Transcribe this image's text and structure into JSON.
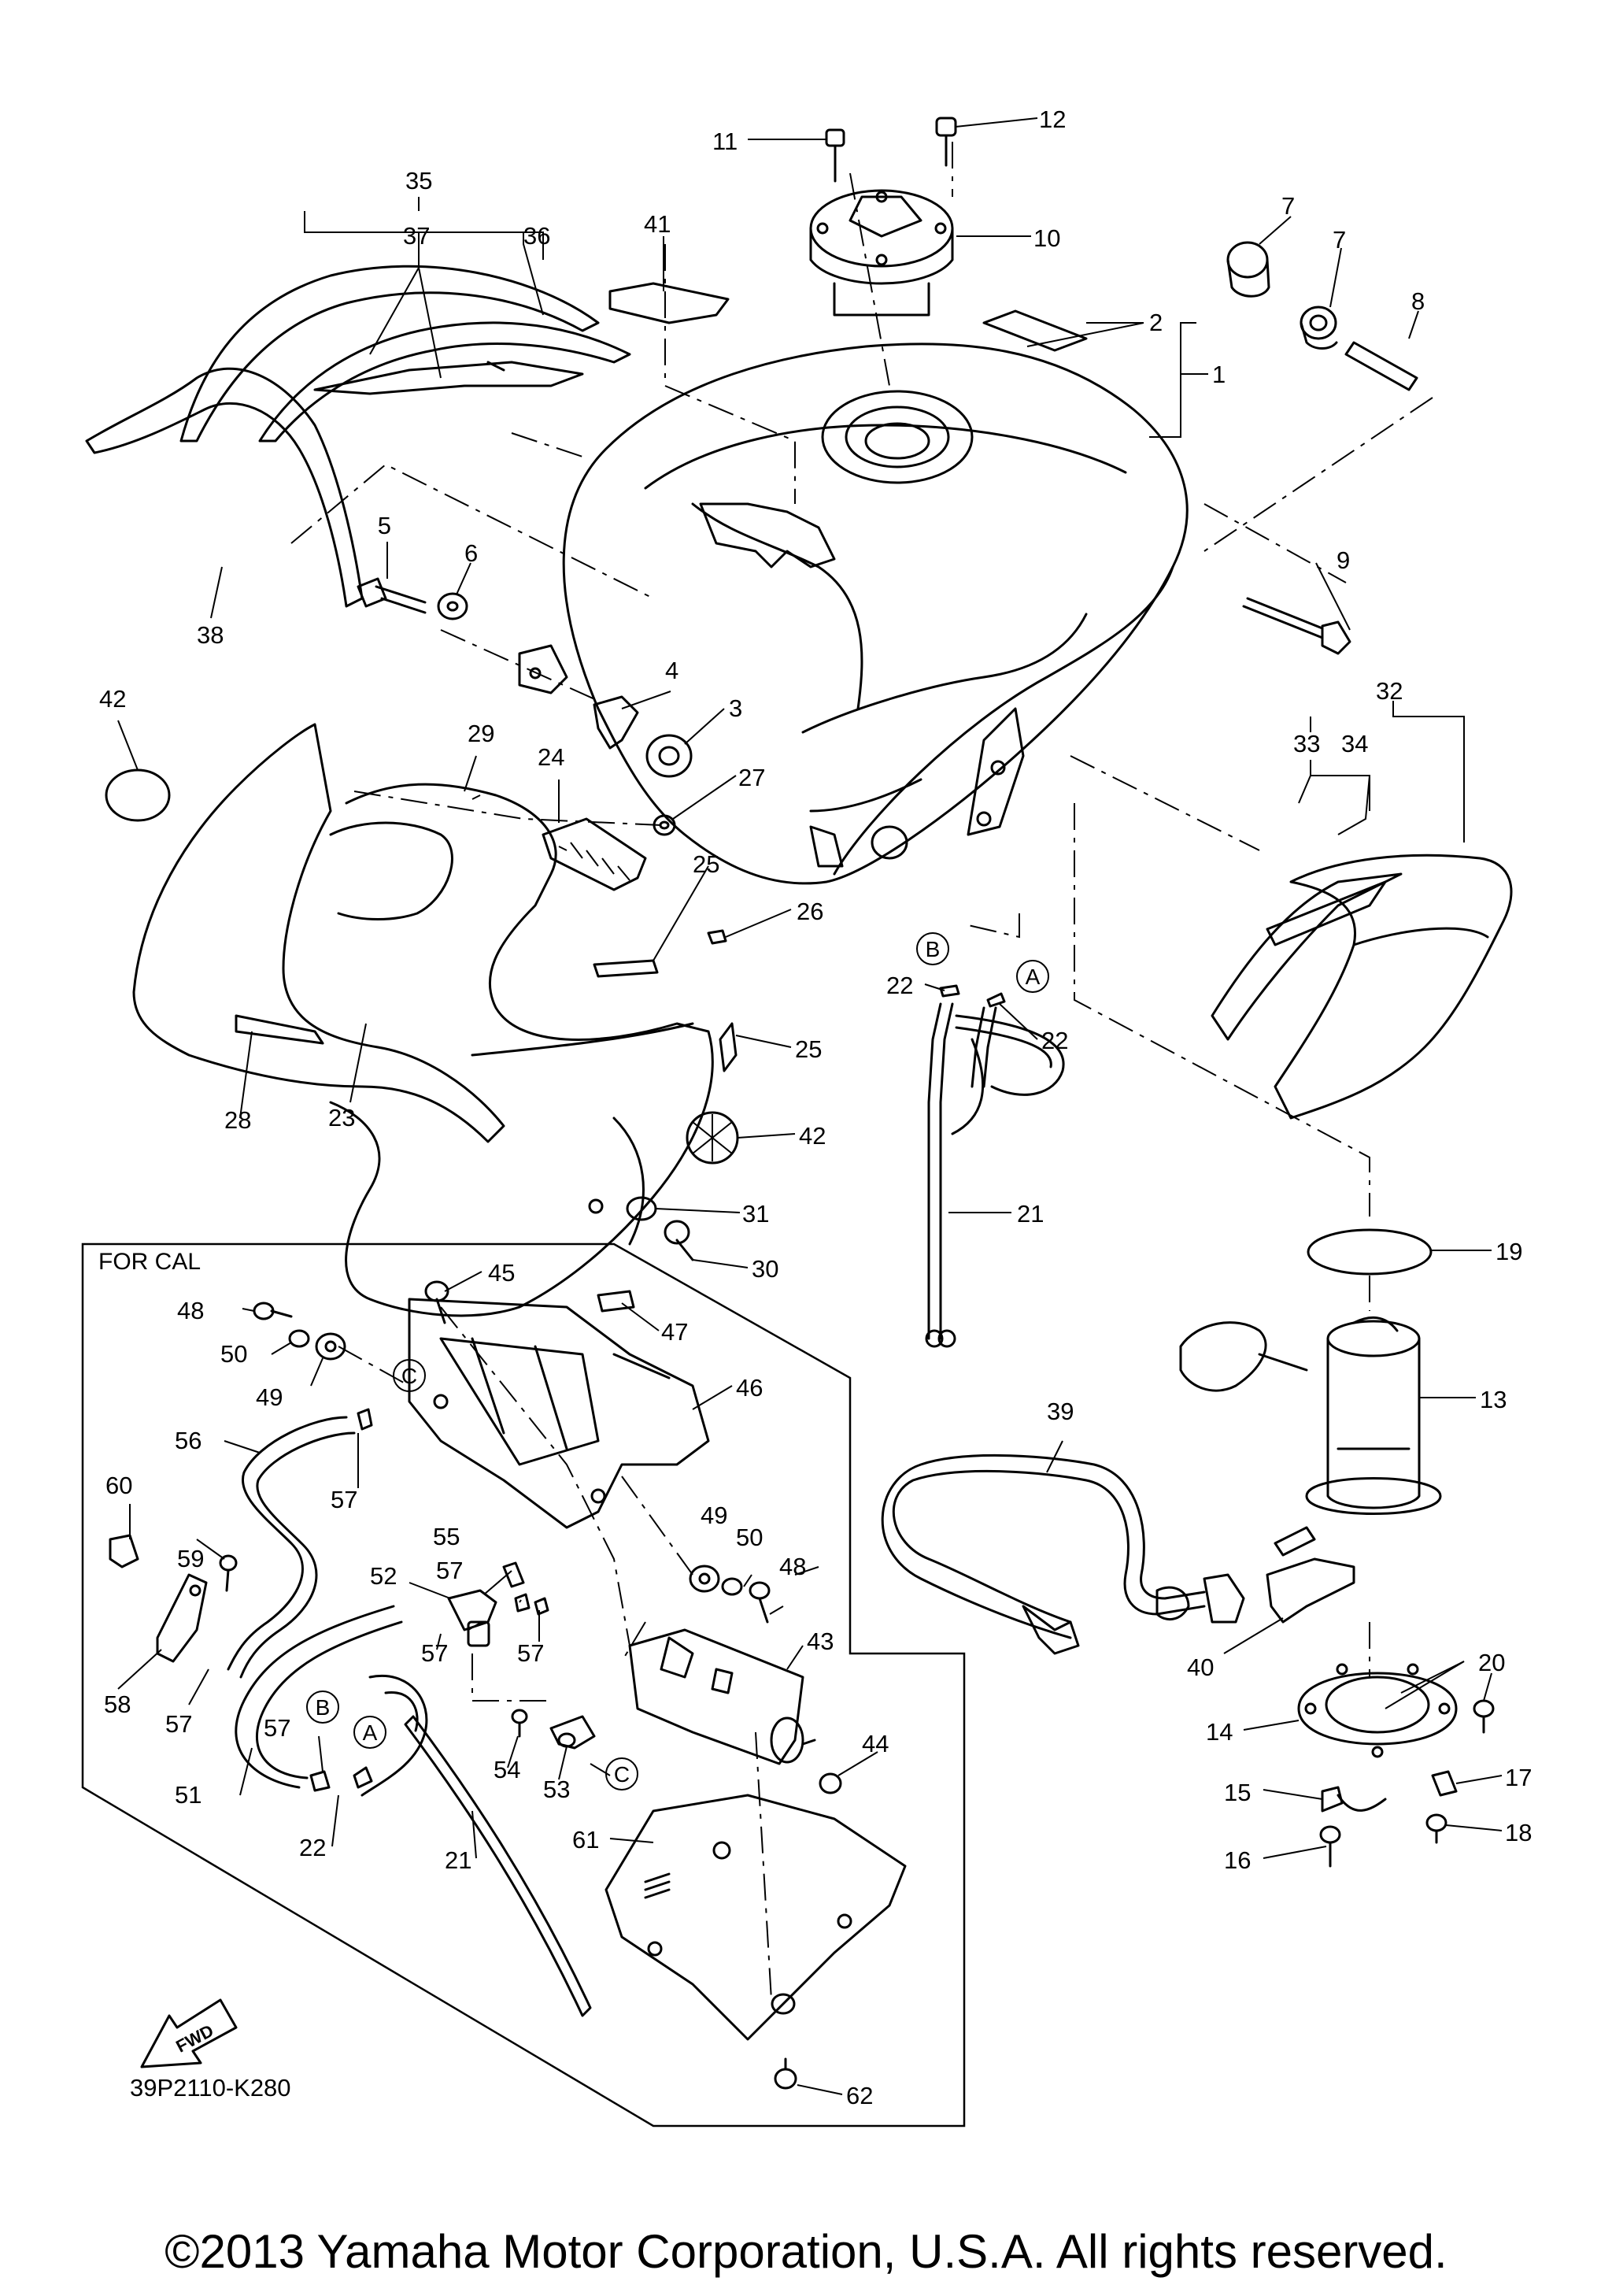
{
  "diagram": {
    "panel_label": "FOR CAL",
    "diagram_code": "39P2110-K280",
    "fwd_label": "FWD",
    "copyright": "©2013 Yamaha Motor Corporation, U.S.A. All rights reserved.",
    "refs": {
      "A": "A",
      "B": "B",
      "C": "C"
    },
    "parts": [
      "1",
      "2",
      "3",
      "4",
      "5",
      "6",
      "7",
      "8",
      "9",
      "10",
      "11",
      "12",
      "13",
      "14",
      "15",
      "16",
      "17",
      "18",
      "19",
      "20",
      "21",
      "22",
      "23",
      "24",
      "25",
      "26",
      "27",
      "28",
      "29",
      "30",
      "31",
      "32",
      "33",
      "34",
      "35",
      "36",
      "37",
      "38",
      "39",
      "40",
      "41",
      "42",
      "43",
      "44",
      "45",
      "46",
      "47",
      "48",
      "49",
      "50",
      "51",
      "52",
      "53",
      "54",
      "55",
      "56",
      "57",
      "58",
      "59",
      "60",
      "61",
      "62"
    ]
  }
}
